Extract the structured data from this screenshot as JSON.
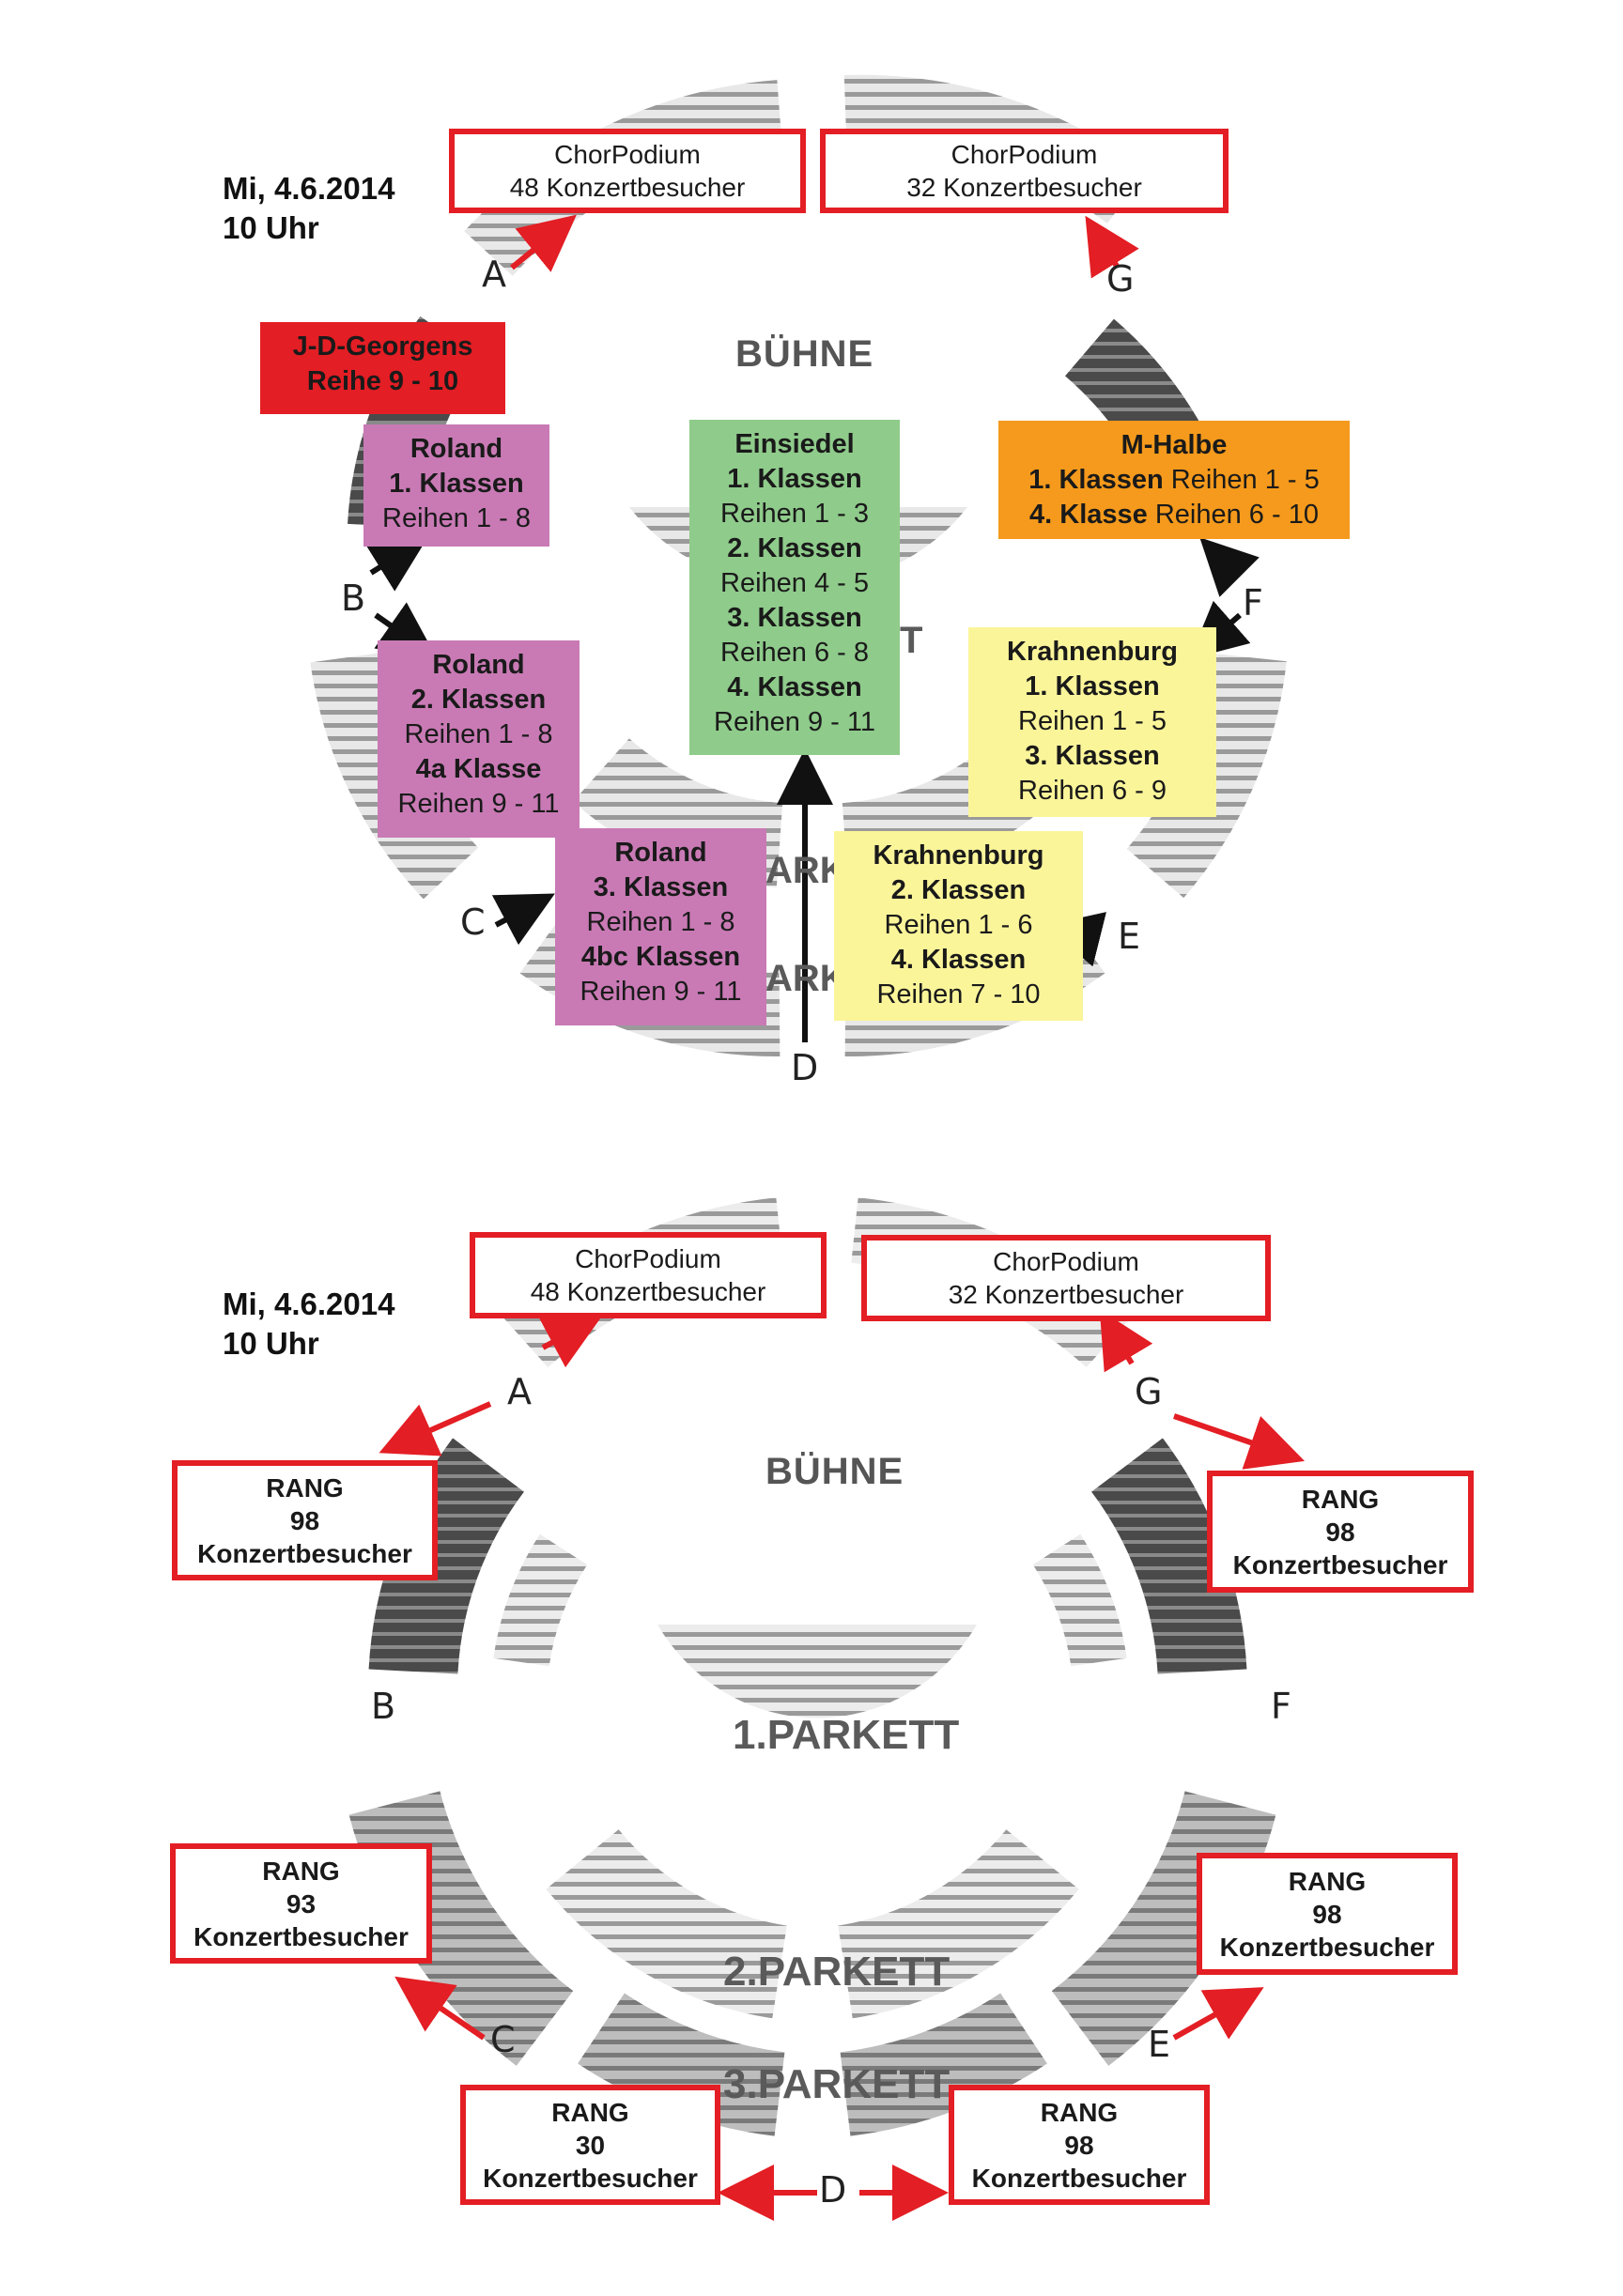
{
  "colors": {
    "red_border": "#e31e24",
    "red_fill": "#e31e24",
    "purple": "#c97ab5",
    "green": "#8fcb8b",
    "orange": "#f59a1c",
    "yellow": "#fbf59a",
    "dark_seat": "#4a4a4a",
    "mid_seat": "#8a8a8a",
    "light_seat": "#bdbdbd"
  },
  "panel1": {
    "date": "Mi, 4.6.2014",
    "time": "10 Uhr",
    "stage": "BÜHNE",
    "letters": {
      "a": "A",
      "b": "B",
      "c": "C",
      "d": "D",
      "e": "E",
      "f": "F",
      "g": "G"
    },
    "choir_left": {
      "line1": "ChorPodium",
      "line2": "48 Konzertbesucher"
    },
    "choir_right": {
      "line1": "ChorPodium",
      "line2": "32 Konzertbesucher"
    },
    "georgens": {
      "line1": "J-D-Georgens",
      "line2": "Reihe 9 - 10"
    },
    "roland1": {
      "line1": "Roland",
      "line2": "1. Klassen",
      "line3": "Reihen 1 - 8"
    },
    "roland2": {
      "line1": "Roland",
      "line2": "2. Klassen",
      "line3": "Reihen 1 - 8",
      "line4": "4a Klasse",
      "line5": "Reihen 9 - 11"
    },
    "roland3": {
      "line1": "Roland",
      "line2": "3. Klassen",
      "line3": "Reihen 1 - 8",
      "line4": "4bc Klassen",
      "line5": "Reihen 9 - 11"
    },
    "einsiedel": {
      "line1": "Einsiedel",
      "line2": "1. Klassen",
      "line3": "Reihen 1 - 3",
      "line4": "2. Klassen",
      "line5": "Reihen 4 - 5",
      "line6": "3. Klassen",
      "line7": "Reihen  6 - 8",
      "line8": "4. Klassen",
      "line9": "Reihen 9 - 11"
    },
    "mhalbe": {
      "line1": "M-Halbe",
      "line2a": "1. Klassen",
      "line2b": " Reihen 1 - 5",
      "line3a": "4. Klasse",
      "line3b": " Reihen 6 - 10"
    },
    "krahn1": {
      "line1": "Krahnenburg",
      "line2": "1. Klassen",
      "line3": "Reihen 1 - 5",
      "line4": "3. Klassen",
      "line5": "Reihen 6 - 9"
    },
    "krahn2": {
      "line1": "Krahnenburg",
      "line2": "2. Klassen",
      "line3": "Reihen 1 - 6",
      "line4": "4. Klassen",
      "line5": "Reihen 7 - 10"
    },
    "parkett_partial1": "ARK",
    "parkett_partial2": "ARK",
    "parkett_partial3": "T"
  },
  "panel2": {
    "date": "Mi, 4.6.2014",
    "time": "10 Uhr",
    "stage": "BÜHNE",
    "parkett1": "1.PARKETT",
    "parkett2": "2.PARKETT",
    "parkett3": "3.PARKETT",
    "letters": {
      "a": "A",
      "b": "B",
      "c": "C",
      "d": "D",
      "e": "E",
      "f": "F",
      "g": "G"
    },
    "choir_left": {
      "line1": "ChorPodium",
      "line2": "48 Konzertbesucher"
    },
    "choir_right": {
      "line1": "ChorPodium",
      "line2": "32 Konzertbesucher"
    },
    "rang_top_left": {
      "line1": "RANG",
      "line2": "98",
      "line3": "Konzertbesucher"
    },
    "rang_top_right": {
      "line1": "RANG",
      "line2": "98",
      "line3": "Konzertbesucher"
    },
    "rang_mid_left": {
      "line1": "RANG",
      "line2": "93",
      "line3": "Konzertbesucher"
    },
    "rang_mid_right": {
      "line1": "RANG",
      "line2": "98",
      "line3": "Konzertbesucher"
    },
    "rang_bottom_left": {
      "line1": "RANG",
      "line2": "30",
      "line3": "Konzertbesucher"
    },
    "rang_bottom_right": {
      "line1": "RANG",
      "line2": "98",
      "line3": "Konzertbesucher"
    }
  }
}
